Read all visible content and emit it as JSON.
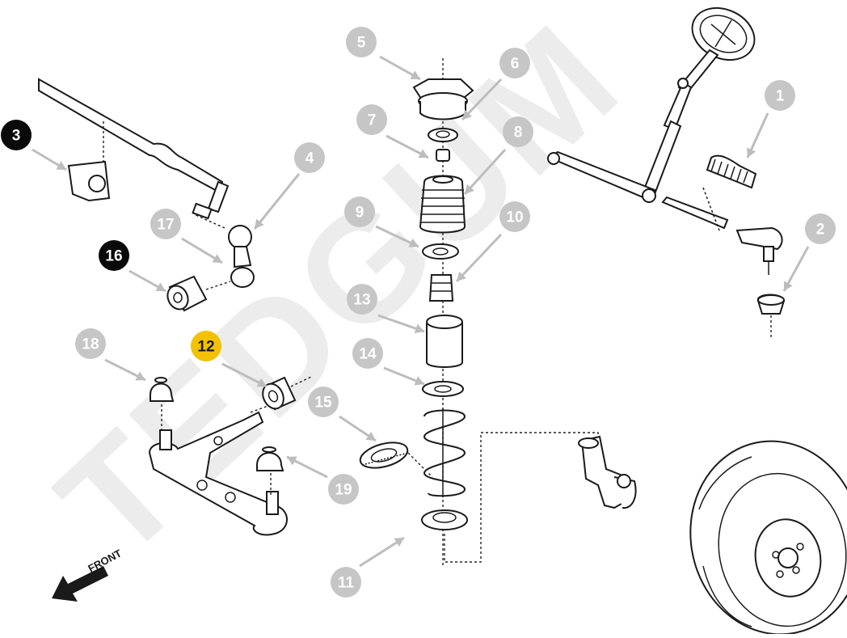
{
  "watermark": "TEDGUM",
  "front_label": "FRONT",
  "colors": {
    "callout_default": "#c6c6c6",
    "callout_dark": "#0a0a0a",
    "callout_selected": "#f2c200",
    "line": "#1a1a1a",
    "arrow": "#bdbdbd",
    "watermark": "#ececec"
  },
  "callouts": [
    {
      "id": "1",
      "label": "1",
      "state": "default"
    },
    {
      "id": "2",
      "label": "2",
      "state": "default"
    },
    {
      "id": "3",
      "label": "3",
      "state": "dark"
    },
    {
      "id": "4",
      "label": "4",
      "state": "default"
    },
    {
      "id": "5",
      "label": "5",
      "state": "default"
    },
    {
      "id": "6",
      "label": "6",
      "state": "default"
    },
    {
      "id": "7",
      "label": "7",
      "state": "default"
    },
    {
      "id": "8",
      "label": "8",
      "state": "default"
    },
    {
      "id": "9",
      "label": "9",
      "state": "default"
    },
    {
      "id": "10",
      "label": "10",
      "state": "default"
    },
    {
      "id": "11",
      "label": "11",
      "state": "default"
    },
    {
      "id": "12",
      "label": "12",
      "state": "selected"
    },
    {
      "id": "13",
      "label": "13",
      "state": "default"
    },
    {
      "id": "14",
      "label": "14",
      "state": "default"
    },
    {
      "id": "15",
      "label": "15",
      "state": "default"
    },
    {
      "id": "16",
      "label": "16",
      "state": "dark"
    },
    {
      "id": "17",
      "label": "17",
      "state": "default"
    },
    {
      "id": "18",
      "label": "18",
      "state": "default"
    },
    {
      "id": "19",
      "label": "19",
      "state": "default"
    }
  ],
  "parts": [
    "steering-wheel",
    "steering-column",
    "steering-rack",
    "rack-boot",
    "tie-rod-end",
    "ball-joint-boot",
    "stabilizer-bar",
    "stabilizer-bushing",
    "stabilizer-link",
    "link-bushing",
    "strut-mount",
    "strut-bearing",
    "bump-stop-top",
    "dust-boot",
    "spring-seat",
    "bump-stop",
    "strut-body",
    "lower-spring-seat",
    "spring-bearing",
    "coil-spring",
    "lower-spring-pad",
    "control-arm",
    "arm-bushing",
    "ball-joint-boot-18",
    "ball-joint-boot-19",
    "steering-knuckle",
    "wheel-tire"
  ]
}
